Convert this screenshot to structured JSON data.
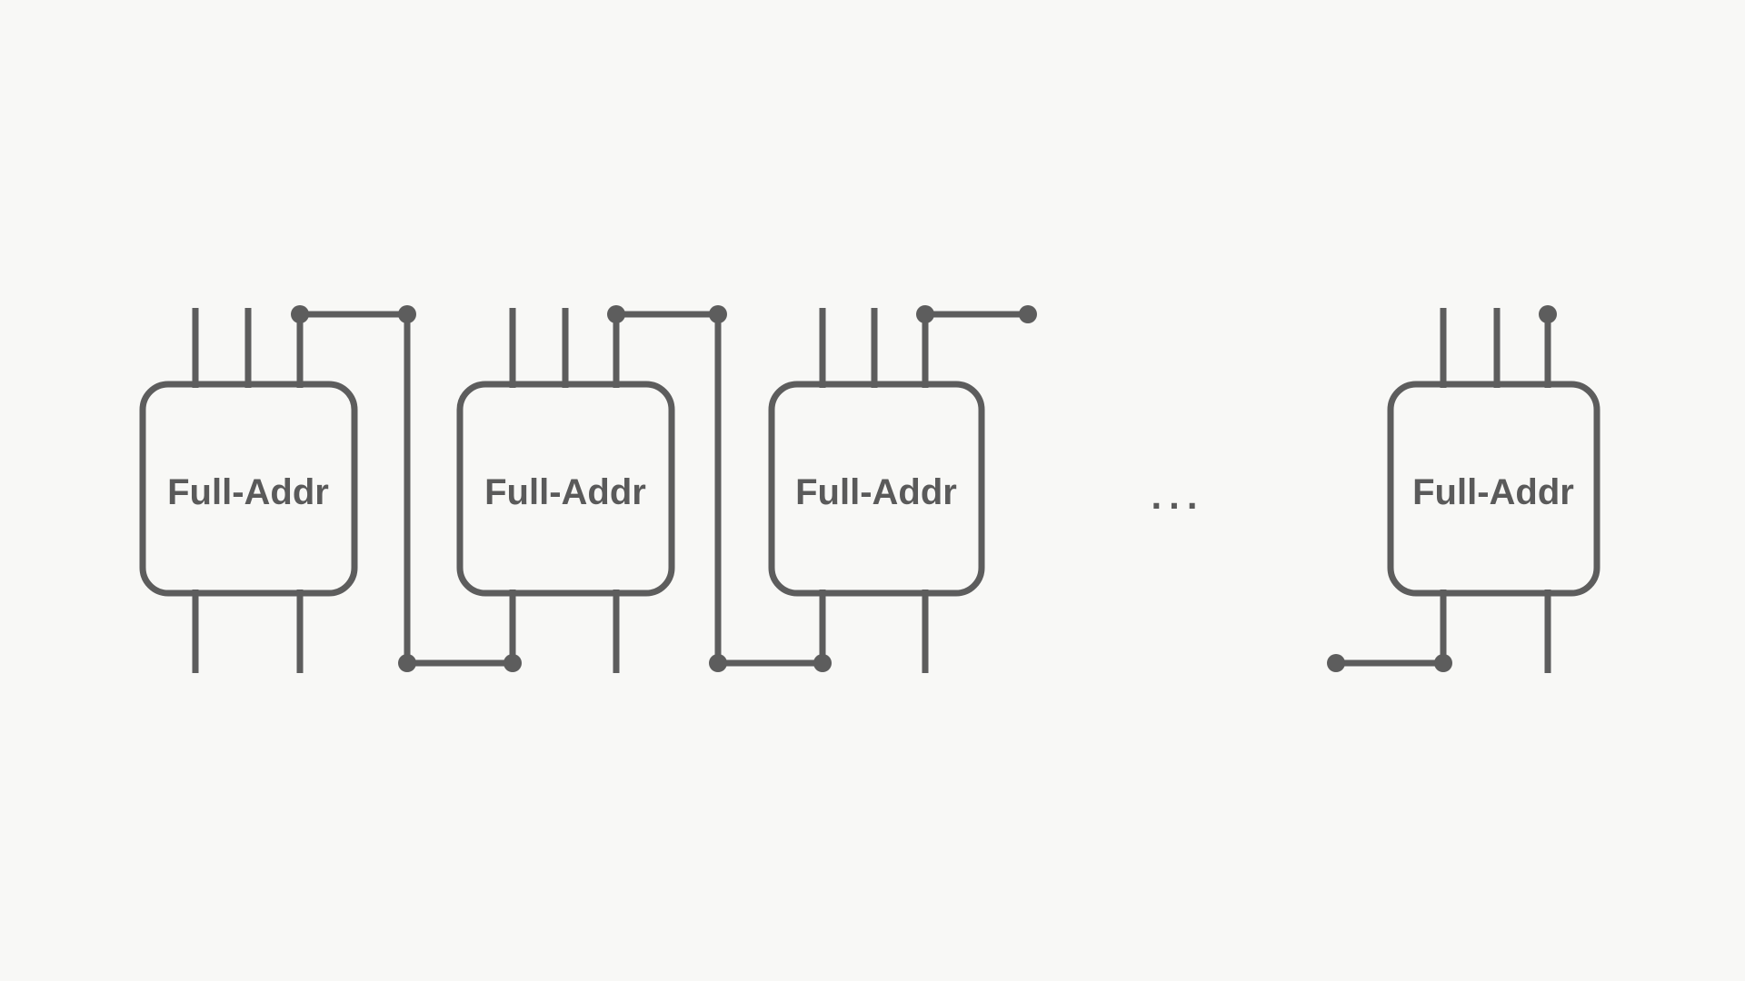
{
  "diagram": {
    "background_color": "#f8f8f6",
    "line_color": "#5d5d5d",
    "label_color": "#5a5a5a",
    "adders": [
      {
        "label": "Full-Addr"
      },
      {
        "label": "Full-Addr"
      },
      {
        "label": "Full-Addr"
      },
      {
        "label": "Full-Addr"
      }
    ],
    "ellipsis": "..."
  }
}
